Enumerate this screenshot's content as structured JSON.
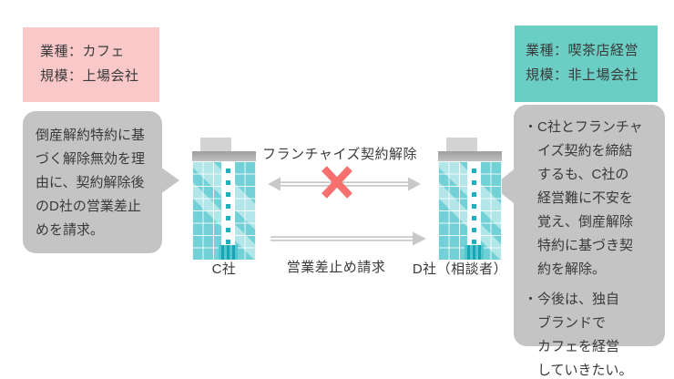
{
  "left_company": {
    "info_line1": "業種：カフェ",
    "info_line2": "規模：上場会社",
    "bubble_text": "倒産解約特約に基\nづく解除無効を理\n由に、契約解除後\nのD社の営業差止\nめを請求。",
    "label": "C社"
  },
  "right_company": {
    "info_line1": "業種：喫茶店経営",
    "info_line2": "規模：非上場会社",
    "bubble_items": [
      "・C社とフランチャ\nイズ契約を締結\nするも、C社の\n経営難に不安を\n覚え、倒産解除\n特約に基づき契\n約を解除。",
      "・今後は、独自\nブランドで\nカフェを経営\nしていきたい。"
    ],
    "label": "D社（相談者）"
  },
  "relations": {
    "top_arrow_label": "フランチャイズ契約解除",
    "bottom_arrow_label": "営業差止め請求"
  },
  "icons": {
    "building": "office-building-icon",
    "top_arrow": "double-headed-arrow-icon",
    "cross": "x-mark-icon",
    "bottom_arrow": "right-arrow-icon"
  },
  "colors": {
    "pink_box_bg": "#f9c9c9",
    "teal_box_bg": "#6bcec5",
    "bubble_bg": "#c4c4c4",
    "arrow_gray": "#c8c8c8",
    "cross_red": "#f8706d",
    "building_teal": "#72d1d7",
    "text": "#3a3a3a"
  }
}
